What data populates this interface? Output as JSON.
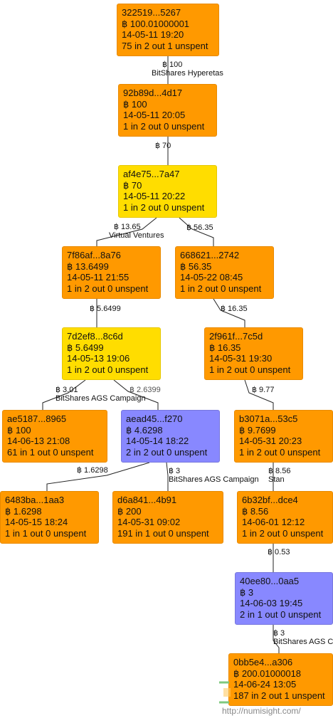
{
  "colors": {
    "orange": "#ff9900",
    "yellow": "#ffdd00",
    "blue": "#8888ff",
    "edge": "#222222"
  },
  "nodes": [
    {
      "name": "tx-322519",
      "color": "orange",
      "lines": [
        "322519...5267",
        "฿ 100.01000001",
        "14-05-11 19:20",
        "75 in 2 out 1 unspent"
      ]
    },
    {
      "name": "tx-92b89d",
      "color": "orange",
      "lines": [
        "92b89d...4d17",
        "฿ 100",
        "14-05-11 20:05",
        "1 in 2 out 0 unspent"
      ]
    },
    {
      "name": "tx-af4e75",
      "color": "yellow",
      "lines": [
        "af4e75...7a47",
        "฿ 70",
        "14-05-11 20:22",
        "1 in 2 out 0 unspent"
      ]
    },
    {
      "name": "tx-7f86af",
      "color": "orange",
      "lines": [
        "7f86af...8a76",
        "฿ 13.6499",
        "14-05-11 21:55",
        "1 in 2 out 0 unspent"
      ]
    },
    {
      "name": "tx-668621",
      "color": "orange",
      "lines": [
        "668621...2742",
        "฿ 56.35",
        "14-05-22 08:45",
        "1 in 2 out 0 unspent"
      ]
    },
    {
      "name": "tx-7d2ef8",
      "color": "yellow",
      "lines": [
        "7d2ef8...8c6d",
        "฿ 5.6499",
        "14-05-13 19:06",
        "1 in 2 out 0 unspent"
      ]
    },
    {
      "name": "tx-2f961f",
      "color": "orange",
      "lines": [
        "2f961f...7c5d",
        "฿ 16.35",
        "14-05-31 19:30",
        "1 in 2 out 0 unspent"
      ]
    },
    {
      "name": "tx-ae5187",
      "color": "orange",
      "lines": [
        "ae5187...8965",
        "฿ 100",
        "14-06-13 21:08",
        "61 in 1 out 0 unspent"
      ]
    },
    {
      "name": "tx-aead45",
      "color": "blue",
      "lines": [
        "aead45...f270",
        "฿ 4.6298",
        "14-05-14 18:22",
        "2 in 2 out 0 unspent"
      ]
    },
    {
      "name": "tx-b3071a",
      "color": "orange",
      "lines": [
        "b3071a...53c5",
        "฿ 9.7699",
        "14-05-31 20:23",
        "1 in 2 out 0 unspent"
      ]
    },
    {
      "name": "tx-6483ba",
      "color": "orange",
      "lines": [
        "6483ba...1aa3",
        "฿ 1.6298",
        "14-05-15 18:24",
        "1 in 1 out 0 unspent"
      ]
    },
    {
      "name": "tx-d6a841",
      "color": "orange",
      "lines": [
        "d6a841...4b91",
        "฿ 200",
        "14-05-31 09:02",
        "191 in 1 out 0 unspent"
      ]
    },
    {
      "name": "tx-6b32bf",
      "color": "orange",
      "lines": [
        "6b32bf...dce4",
        "฿ 8.56",
        "14-06-01 12:12",
        "1 in 2 out 0 unspent"
      ]
    },
    {
      "name": "tx-40ee80",
      "color": "blue",
      "lines": [
        "40ee80...0aa5",
        "฿ 3",
        "14-06-03 19:45",
        "2 in 1 out 0 unspent"
      ]
    },
    {
      "name": "tx-0bb5e4",
      "color": "orange",
      "lines": [
        "0bb5e4...a306",
        "฿ 200.01000018",
        "14-06-24 13:05",
        "187 in 2 out 1 unspent"
      ]
    }
  ],
  "edges": [
    {
      "amount": "฿ 100",
      "label": "BitShares Hyperetas"
    },
    {
      "amount": "฿ 70",
      "label": ""
    },
    {
      "amount": "฿ 13.65",
      "label": "Virtual Ventures"
    },
    {
      "amount": "฿ 56.35",
      "label": ""
    },
    {
      "amount": "฿ 5.6499",
      "label": ""
    },
    {
      "amount": "฿ 16.35",
      "label": ""
    },
    {
      "amount": "฿ 3.01",
      "label": "BitShares AGS Campaign"
    },
    {
      "amount": "฿ 2.6399",
      "label": ""
    },
    {
      "amount": "฿ 9.77",
      "label": ""
    },
    {
      "amount": "฿ 1.6298",
      "label": ""
    },
    {
      "amount": "฿ 3",
      "label": "BitShares AGS Campaign"
    },
    {
      "amount": "฿ 8.56",
      "label": "Stan"
    },
    {
      "amount": "฿ 0.53",
      "label": ""
    },
    {
      "amount": "฿ 3",
      "label": "BitShares AGS Ca"
    }
  ],
  "watermark": "http://numisight.com/"
}
